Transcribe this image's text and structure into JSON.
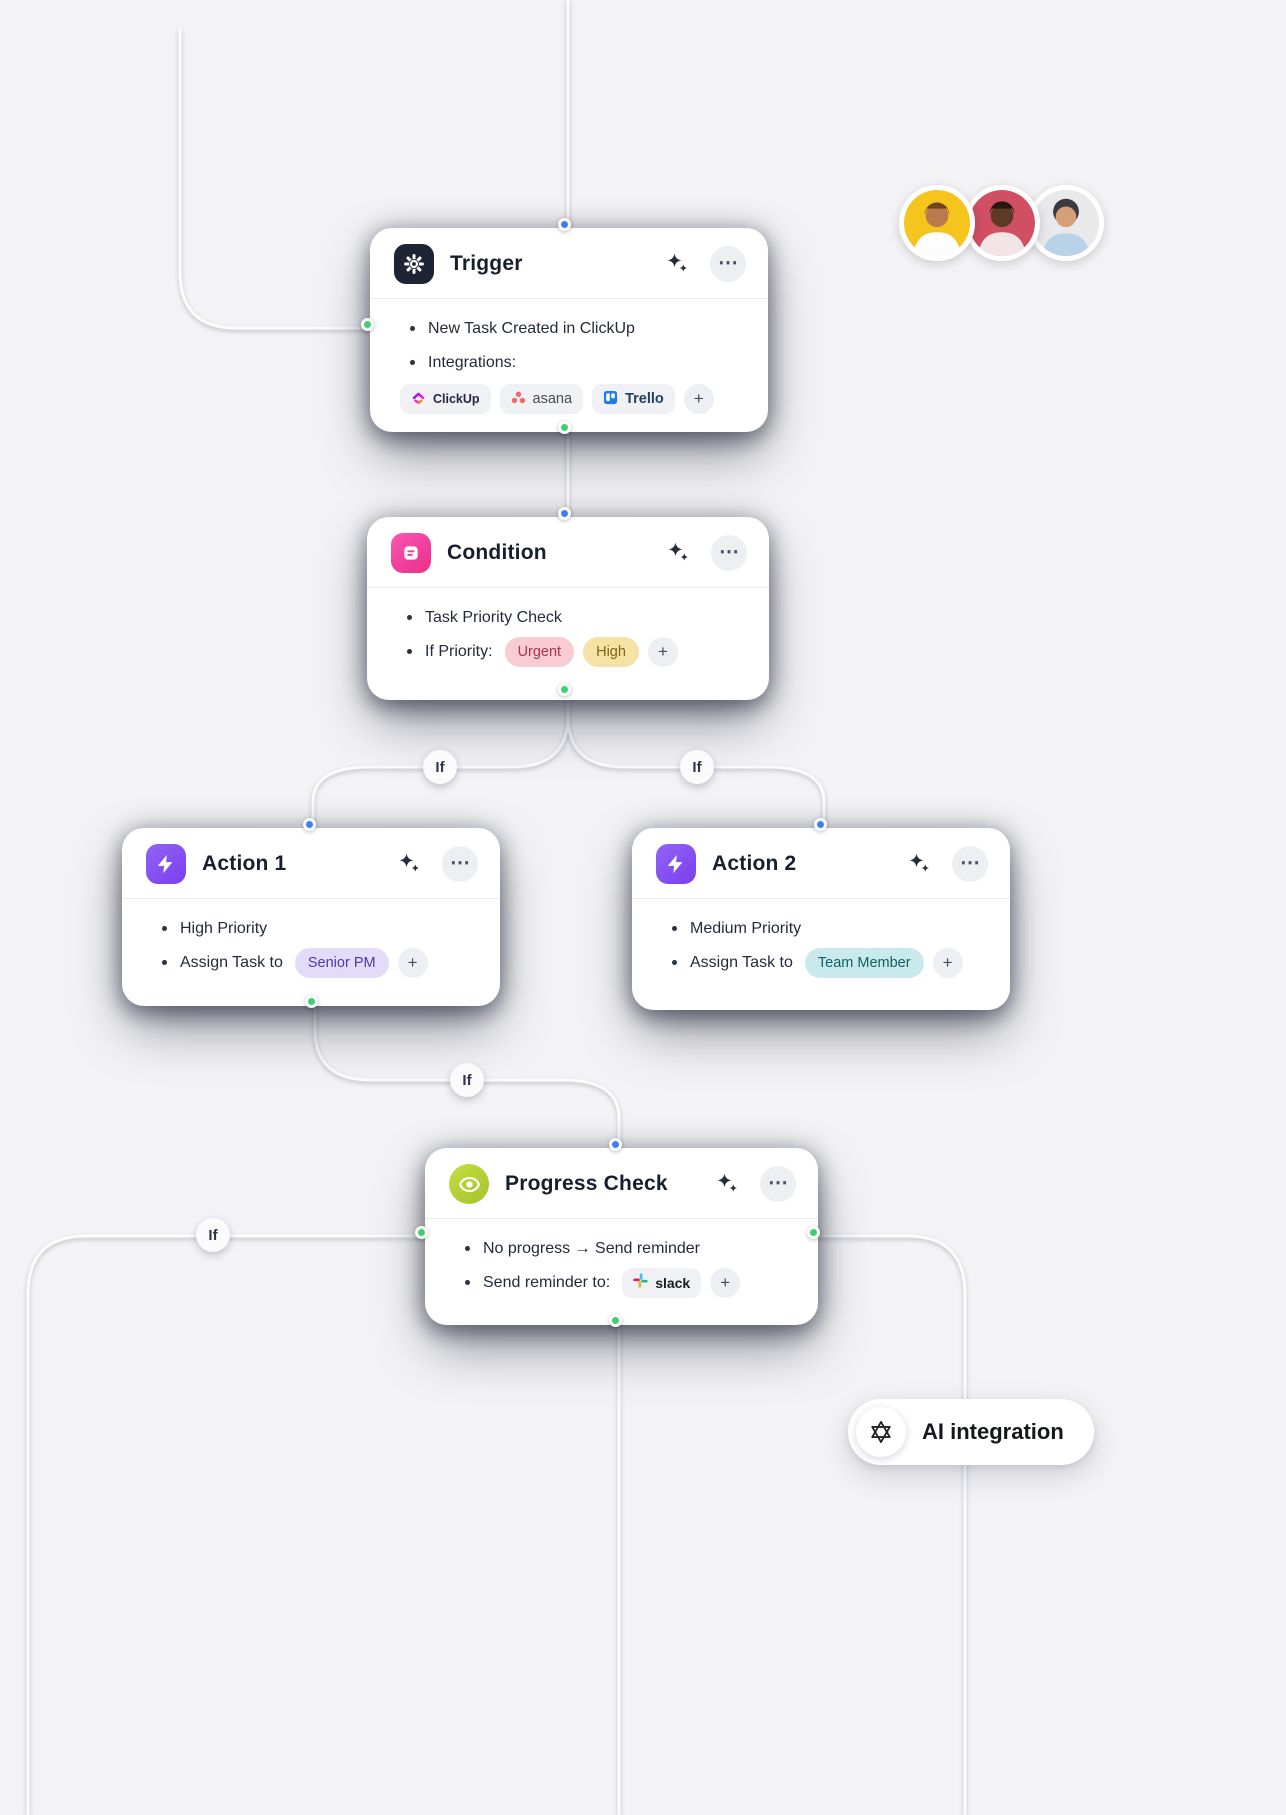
{
  "icons": {
    "ellipsis": "⋯",
    "plus": "+"
  },
  "connectors": {
    "if_label": "If"
  },
  "colors": {
    "connector_dot_in": "#3d7ff5",
    "connector_dot_out": "#3ecf72",
    "trigger_icon_bg": "#1e2434",
    "condition_icon_bg": "#ee3e9a",
    "action_icon_bg": "#8450f0",
    "progress_icon_bg": "#b5d437",
    "chip_urgent_bg": "#f9ccd4",
    "chip_high_bg": "#f5e2a4",
    "chip_senior_pm_bg": "#e2dcf9",
    "chip_team_member_bg": "#c8eaec"
  },
  "nodes": {
    "trigger": {
      "title": "Trigger",
      "bullet_1": "New Task Created in ClickUp",
      "bullet_2": "Integrations:",
      "integrations": [
        "ClickUp",
        "asana",
        "Trello"
      ]
    },
    "condition": {
      "title": "Condition",
      "bullet_1": "Task Priority Check",
      "bullet_2": "If Priority:",
      "chips": [
        "Urgent",
        "High"
      ]
    },
    "action1": {
      "title": "Action 1",
      "bullet_1": "High Priority",
      "bullet_2": "Assign Task to",
      "assignee_chip": "Senior PM"
    },
    "action2": {
      "title": "Action 2",
      "bullet_1": "Medium Priority",
      "bullet_2": "Assign Task to",
      "assignee_chip": "Team Member"
    },
    "progress": {
      "title": "Progress Check",
      "bullet_1": "No progress → Send reminder",
      "bullet_2": "Send reminder to:",
      "reminder_chip": "slack"
    }
  },
  "ai_pill": {
    "label": "AI integration"
  }
}
